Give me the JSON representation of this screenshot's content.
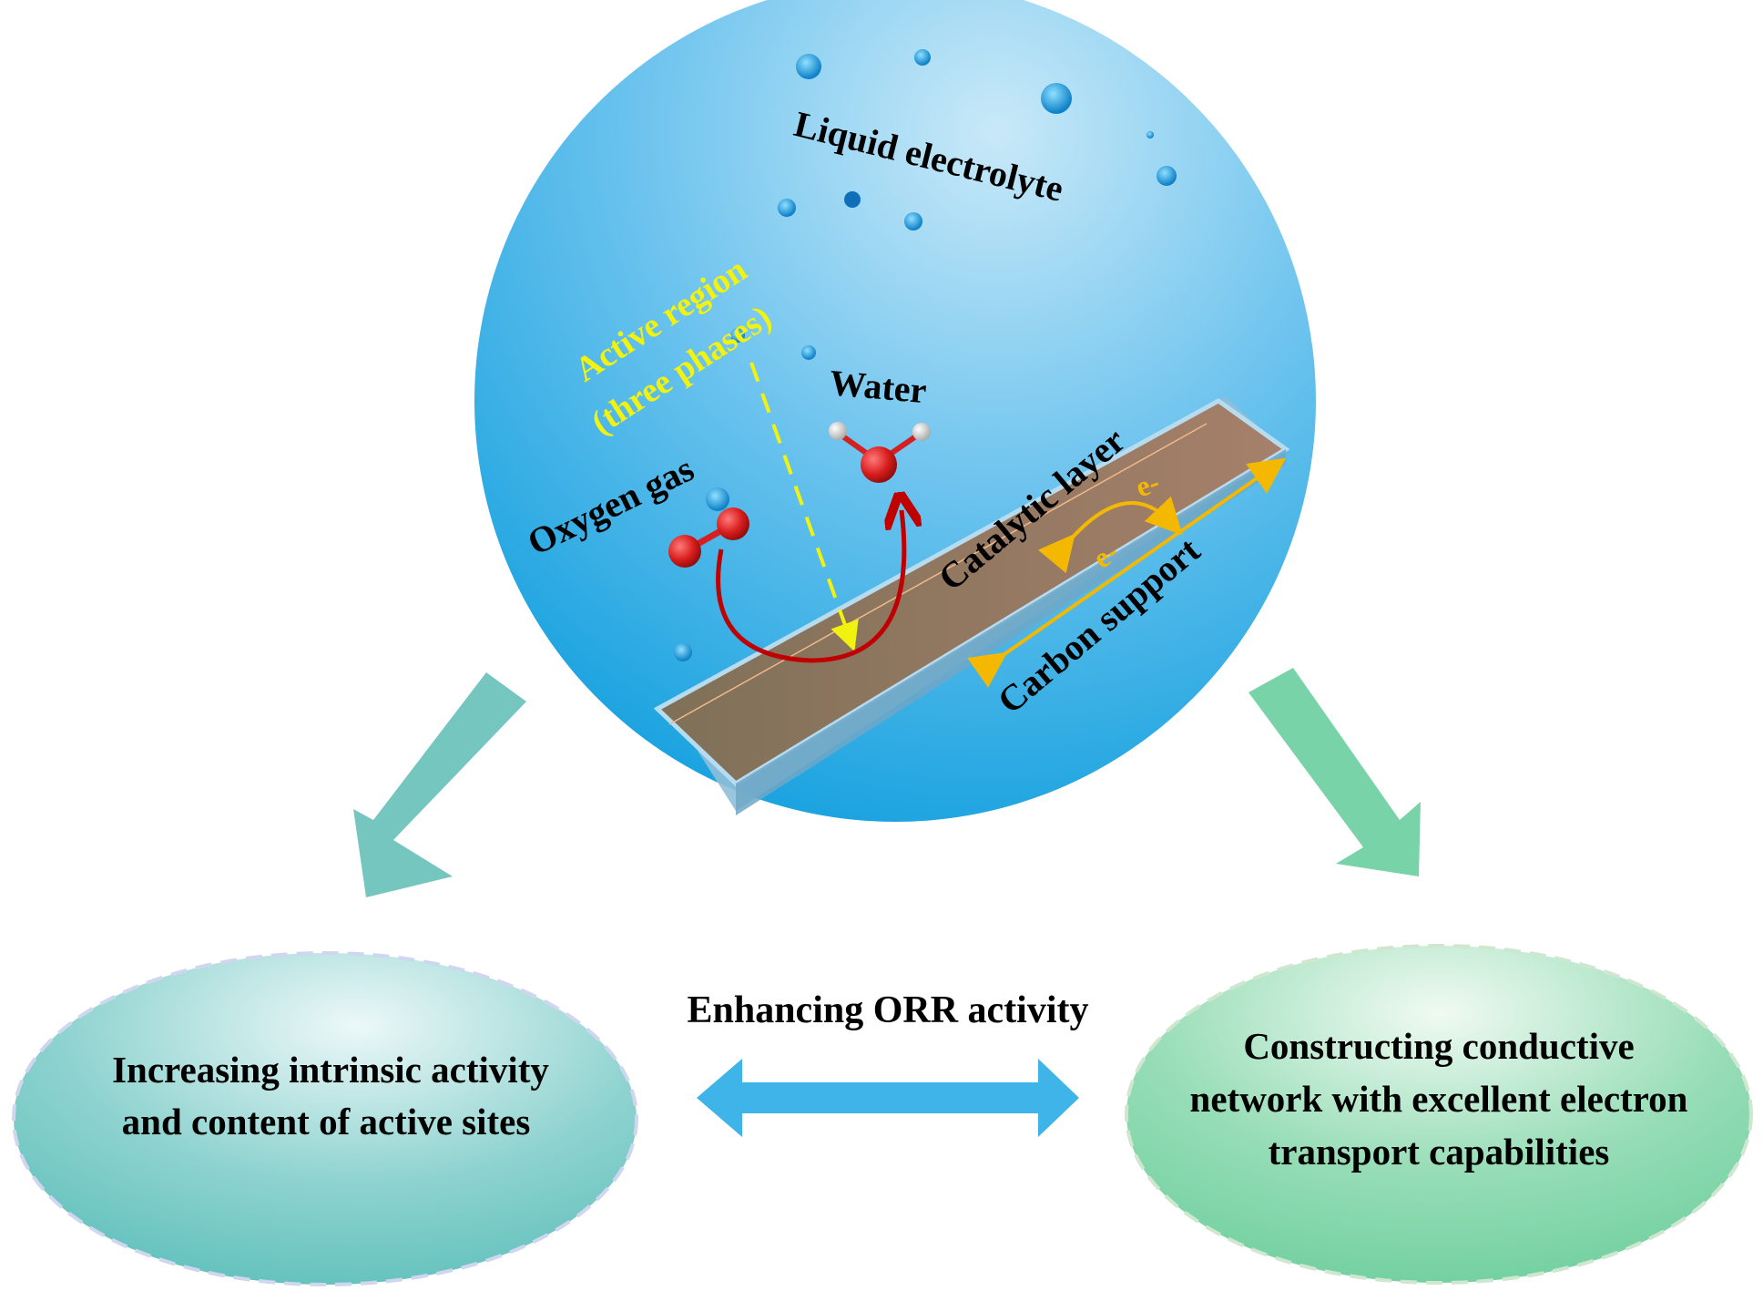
{
  "title": "Enhancing ORR activity",
  "scene": {
    "liquid_label": "Liquid electrolyte",
    "active_region_line1": "Active region",
    "active_region_line2": "(three phases)",
    "water_label": "Water",
    "oxygen_label": "Oxygen gas",
    "catalytic_label": "Catalytic layer",
    "carbon_label": "Carbon support",
    "electron_label_1": "e-",
    "electron_label_2": "e-"
  },
  "strategies": {
    "left": {
      "line1": "Increasing intrinsic activity",
      "line2": "and content of active sites"
    },
    "right": {
      "line1": "Constructing conductive",
      "line2": "network with excellent electron",
      "line3": "transport capabilities"
    }
  },
  "colors": {
    "circle_light": "#bfe4f7",
    "circle_dark": "#0aa0de",
    "slab_top": "#8a7460",
    "slab_edge": "#9cc8e0",
    "left_arrow": "#76c6c0",
    "right_arrow": "#79d3a9",
    "double_arrow": "#3fb4e8",
    "yellow_text": "#f2f20f",
    "electron_color": "#f5b800",
    "oxygen_red": "#d42020",
    "red_arrow": "#c00000"
  }
}
